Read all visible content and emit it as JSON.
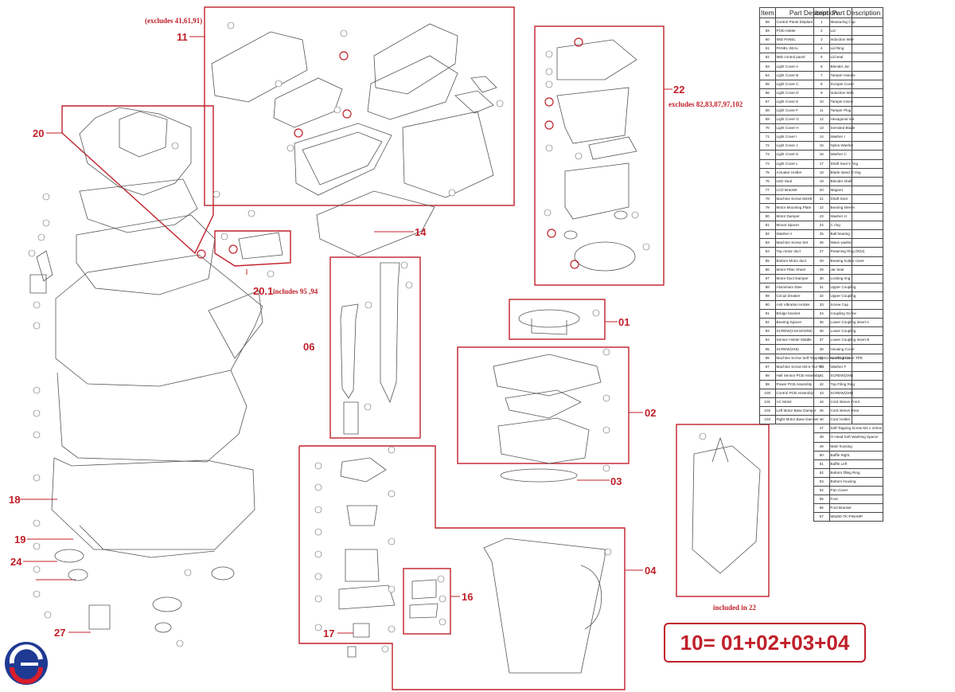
{
  "groups": [
    {
      "id": "11",
      "label": "11"
    },
    {
      "id": "20",
      "label": "20"
    },
    {
      "id": "20.1",
      "label": "20.1"
    },
    {
      "id": "22",
      "label": "22"
    },
    {
      "id": "14",
      "label": "14"
    },
    {
      "id": "06",
      "label": "06"
    },
    {
      "id": "01",
      "label": "01"
    },
    {
      "id": "02",
      "label": "02"
    },
    {
      "id": "03",
      "label": "03"
    },
    {
      "id": "04",
      "label": "04"
    },
    {
      "id": "16",
      "label": "16"
    },
    {
      "id": "17",
      "label": "17"
    },
    {
      "id": "18",
      "label": "18"
    },
    {
      "id": "19",
      "label": "19"
    },
    {
      "id": "24",
      "label": "24"
    },
    {
      "id": "27",
      "label": "27"
    }
  ],
  "notes": {
    "excludes_11": "(excludes 41,61,91)",
    "excludes_22": "excludes 82,83,87,97,102",
    "includes_201": "includes 95 ,94",
    "included_in_22": "included in 22"
  },
  "formula": "10= 01+02+03+04",
  "table_header": {
    "item": "Item",
    "part": "Part Description"
  },
  "parts_left": [
    {
      "n": "58",
      "d": "Control Panel Displant"
    },
    {
      "n": "59",
      "d": "PCB Holder"
    },
    {
      "n": "60",
      "d": "IMD PANEL"
    },
    {
      "n": "61",
      "d": "PANEL SEAL"
    },
    {
      "n": "62",
      "d": "IMD control panel"
    },
    {
      "n": "63",
      "d": "Light Cover A"
    },
    {
      "n": "64",
      "d": "Light Cover B"
    },
    {
      "n": "65",
      "d": "Light Cover C"
    },
    {
      "n": "66",
      "d": "Light Cover D"
    },
    {
      "n": "67",
      "d": "Light Cover E"
    },
    {
      "n": "68",
      "d": "Light Cover F"
    },
    {
      "n": "69",
      "d": "Light Cover G"
    },
    {
      "n": "70",
      "d": "Light Cover H"
    },
    {
      "n": "71",
      "d": "Light Cover I"
    },
    {
      "n": "72",
      "d": "Light Cover J"
    },
    {
      "n": "73",
      "d": "Light Cover K"
    },
    {
      "n": "74",
      "d": "Light Cover L"
    },
    {
      "n": "75",
      "d": "Actuator Holder"
    },
    {
      "n": "76",
      "d": "LED Seal"
    },
    {
      "n": "77",
      "d": "LCD Bracket"
    },
    {
      "n": "78",
      "d": "Machine Screw M3X8"
    },
    {
      "n": "79",
      "d": "Motor Mounting Plate"
    },
    {
      "n": "80",
      "d": "Motor Damper"
    },
    {
      "n": "81",
      "d": "Mount Spacer"
    },
    {
      "n": "82",
      "d": "Washer A"
    },
    {
      "n": "83",
      "d": "Machine Screw Set"
    },
    {
      "n": "84",
      "d": "Top motor duct"
    },
    {
      "n": "85",
      "d": "Bottom Motor duct"
    },
    {
      "n": "86",
      "d": "Motor Filter Sheet"
    },
    {
      "n": "87",
      "d": "Motor Duct Damper"
    },
    {
      "n": "88",
      "d": "Aluminium Stee"
    },
    {
      "n": "89",
      "d": "Circuit breaker"
    },
    {
      "n": "90",
      "d": "Anti Vibration Holder"
    },
    {
      "n": "91",
      "d": "Bridge bracket"
    },
    {
      "n": "92",
      "d": "Bearing Spacer"
    },
    {
      "n": "93",
      "d": "SCREW(3.5X16/10W)"
    },
    {
      "n": "94",
      "d": "Sensor Holder Middle"
    },
    {
      "n": "95",
      "d": "SCREW(3X8)"
    },
    {
      "n": "96",
      "d": "Machine Screw Self-Tapping Screw ST4.8x16"
    },
    {
      "n": "97",
      "d": "Machine Screw M3.5 Nut T/C"
    },
    {
      "n": "98",
      "d": "Hall Sensor PCB Assembly"
    },
    {
      "n": "99",
      "d": "Power PCB Assembly"
    },
    {
      "n": "100",
      "d": "Control PCB Assembly"
    },
    {
      "n": "101",
      "d": "AC Motor"
    },
    {
      "n": "102",
      "d": "Left Motor Base Damper"
    },
    {
      "n": "103",
      "d": "Right Motor Base Damper"
    }
  ],
  "parts_right": [
    {
      "n": "1",
      "d": "Measuring Cup"
    },
    {
      "n": "2",
      "d": "Lid"
    },
    {
      "n": "3",
      "d": "Induction Wire"
    },
    {
      "n": "4",
      "d": "Lid Ring"
    },
    {
      "n": "5",
      "d": "Lid seal"
    },
    {
      "n": "6",
      "d": "Blender Jar"
    },
    {
      "n": "7",
      "d": "Tamper Handle"
    },
    {
      "n": "8",
      "d": "Scraper Cover"
    },
    {
      "n": "9",
      "d": "Induction Wire"
    },
    {
      "n": "10",
      "d": "Tamper Insert"
    },
    {
      "n": "11",
      "d": "Tamper Plug"
    },
    {
      "n": "12",
      "d": "Hexagonal nut"
    },
    {
      "n": "13",
      "d": "Serrated Blade"
    },
    {
      "n": "14",
      "d": "Washer I"
    },
    {
      "n": "15",
      "d": "Nylon Washer"
    },
    {
      "n": "16",
      "d": "Washer C"
    },
    {
      "n": "17",
      "d": "Shaft Seal V ring"
    },
    {
      "n": "18",
      "d": "Blade stand O ring"
    },
    {
      "n": "19",
      "d": "Blender shaft"
    },
    {
      "n": "20",
      "d": "Magnet"
    },
    {
      "n": "21",
      "d": "Shaft Seal"
    },
    {
      "n": "22",
      "d": "Bearing sleeve"
    },
    {
      "n": "23",
      "d": "Washer H"
    },
    {
      "n": "24",
      "d": "C ring"
    },
    {
      "n": "25",
      "d": "Ball bearing"
    },
    {
      "n": "26",
      "d": "Wave washer"
    },
    {
      "n": "27",
      "d": "Retaining Ring (R22)"
    },
    {
      "n": "28",
      "d": "Bearing holder cover"
    },
    {
      "n": "29",
      "d": "Jar Seal"
    },
    {
      "n": "30",
      "d": "Locking ring"
    },
    {
      "n": "31",
      "d": "Upper Coupling"
    },
    {
      "n": "32",
      "d": "Upper Coupling"
    },
    {
      "n": "33",
      "d": "Screw Cap"
    },
    {
      "n": "34",
      "d": "Coupling Screw"
    },
    {
      "n": "35",
      "d": "Lower Coupling insert A"
    },
    {
      "n": "36",
      "d": "Lower Coupling"
    },
    {
      "n": "37",
      "d": "Lower Coupling insert B"
    },
    {
      "n": "38",
      "d": "Housing Cover"
    },
    {
      "n": "39",
      "d": "Housing Cover TPE"
    },
    {
      "n": "40",
      "d": "Washer F"
    },
    {
      "n": "41",
      "d": "SCREW(3X8)"
    },
    {
      "n": "42",
      "d": "Top Filing Ring"
    },
    {
      "n": "43",
      "d": "SCREW(3X8)"
    },
    {
      "n": "44",
      "d": "Cord sleeve Front"
    },
    {
      "n": "45",
      "d": "Cord sleeve Rear"
    },
    {
      "n": "46",
      "d": "Cord Holder"
    },
    {
      "n": "47",
      "d": "Self-Tapping Screw M4 x 10mm"
    },
    {
      "n": "48",
      "d": "O Head Soft Washing Spacer"
    },
    {
      "n": "49",
      "d": "Main housing"
    },
    {
      "n": "50",
      "d": "Baffle Right"
    },
    {
      "n": "51",
      "d": "Baffle Left"
    },
    {
      "n": "52",
      "d": "Bottom filling Ring"
    },
    {
      "n": "53",
      "d": "Bottom housing"
    },
    {
      "n": "54",
      "d": "Pan Cover"
    },
    {
      "n": "55",
      "d": "Foot"
    },
    {
      "n": "56",
      "d": "Foot Bracket"
    },
    {
      "n": "57",
      "d": "M5300-TK-PINAMP"
    }
  ],
  "colors": {
    "accent": "#c0202a",
    "line": "#555555",
    "logo_red": "#d81e2c",
    "logo_blue": "#1f3a93"
  }
}
